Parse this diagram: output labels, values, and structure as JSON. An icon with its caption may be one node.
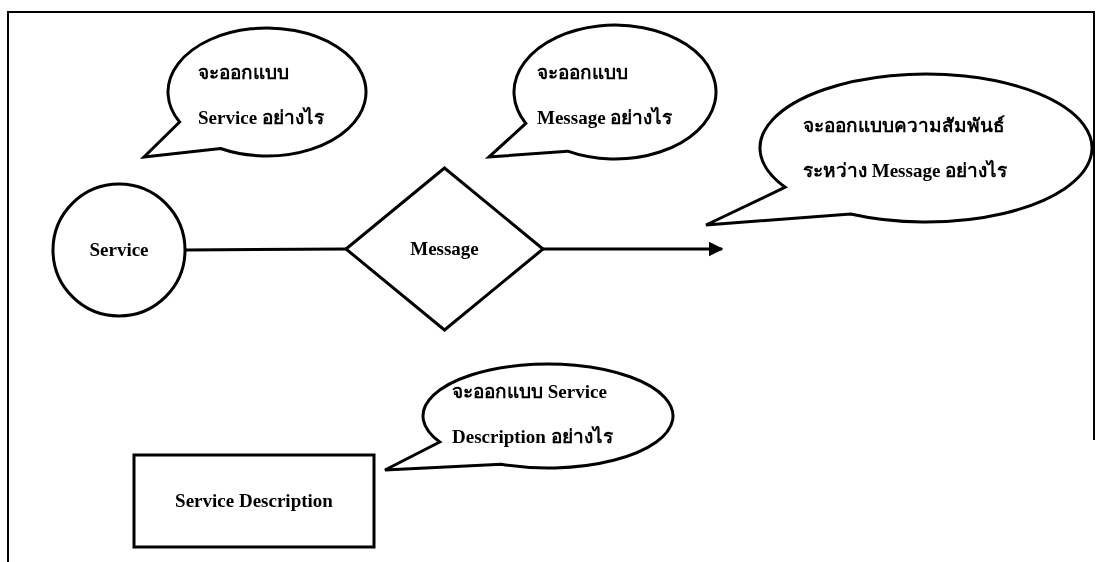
{
  "diagram": {
    "nodes": [
      {
        "text": [
          "จะออกแบบ Service อย่างไร"
        ]
      },
      {
        "text": [
          "จะออกแบบ Message อย่างไร"
        ]
      },
      {
        "text": [
          "จะออกแบบความสัมพันธ์ระหว่าง Message อย่างไร"
        ]
      },
      {
        "text": [
          "Service"
        ]
      },
      {
        "text": [
          "Message"
        ]
      },
      {
        "text": [
          "จะออกแบบ Service Description อย่างไร"
        ]
      },
      {
        "text": [
          "Service Description"
        ]
      }
    ],
    "edges": [
      {
        "from": 3,
        "to": 4,
        "arrow": "none"
      },
      {
        "from": 4,
        "to": 2,
        "arrow": "to"
      }
    ]
  }
}
